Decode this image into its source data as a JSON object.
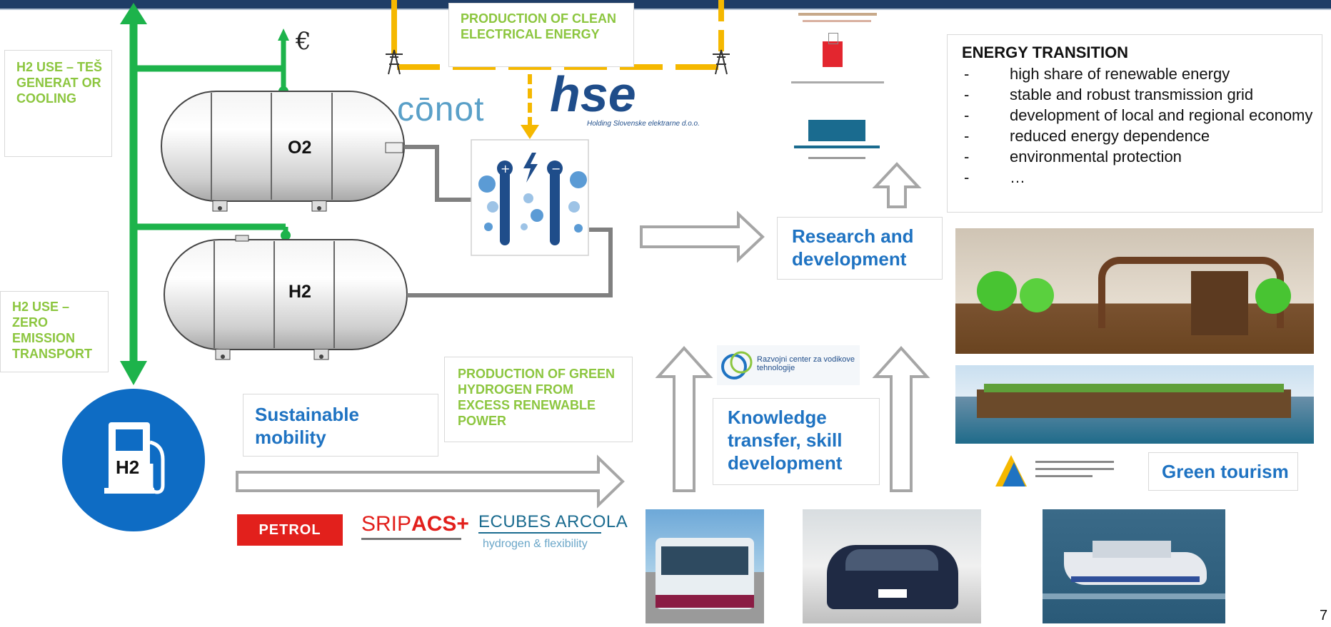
{
  "labels": {
    "h2_use_tes": "H2 USE – TEŠ GENERAT OR COOLING",
    "h2_use_zero": "H2 USE – ZERO EMISSION TRANSPORT",
    "production_clean": "PRODUCTION OF CLEAN ELECTRICAL ENERGY",
    "production_green": "PRODUCTION OF GREEN HYDROGEN FROM EXCESS RENEWABLE POWER",
    "sustainable_mobility": "Sustainable mobility",
    "research_dev": "Research and development",
    "knowledge_transfer": "Knowledge transfer, skill development",
    "green_tourism": "Green tourism",
    "euro_symbol": "€",
    "tank_o2": "O2",
    "tank_h2": "H2",
    "station_h2": "H2",
    "page_number": "7"
  },
  "energy_transition": {
    "title": "ENERGY TRANSITION",
    "items": [
      "high share of renewable energy",
      "stable and robust transmission grid",
      "development of local and regional economy",
      "reduced energy dependence",
      "environmental protection",
      "…"
    ]
  },
  "logos": {
    "conot": "cōnot",
    "hse": "hse",
    "hse_sub": "Holding Slovenske elektrarne d.o.o.",
    "petrol": "PETROL",
    "sripacs_a": "SRIP",
    "sripacs_b": "ACS+",
    "ecubes": "ECUBES ARCOLA",
    "ecubes_sub": "hydrogen & flexibility",
    "razvojni": "Razvojni center za vodikove tehnologije"
  },
  "colors": {
    "green_pipe": "#1db34b",
    "label_green": "#8cc63f",
    "label_blue": "#1f73c2",
    "yellow_line": "#f5b800",
    "gray_pipe": "#808080",
    "station_blue": "#0e6cc4"
  }
}
